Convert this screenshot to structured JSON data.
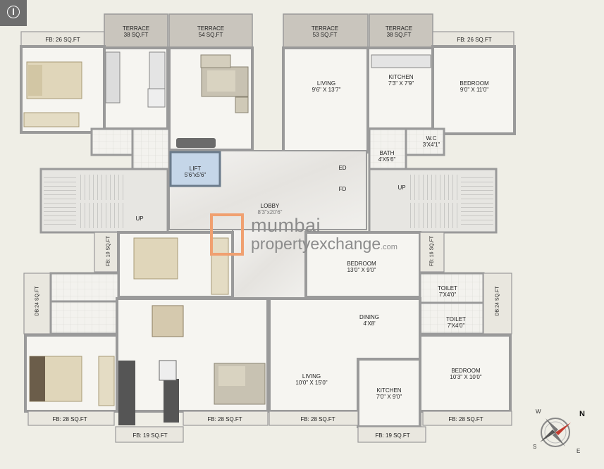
{
  "plan": {
    "rooms": {
      "terrace_1": {
        "name": "TERRACE",
        "size": "38 SQ.FT"
      },
      "terrace_2": {
        "name": "TERRACE",
        "size": "54 SQ.FT"
      },
      "terrace_3": {
        "name": "TERRACE",
        "size": "53 SQ.FT"
      },
      "terrace_4": {
        "name": "TERRACE",
        "size": "38 SQ.FT"
      },
      "fb_tl": "FB: 26 SQ.FT",
      "fb_tr": "FB: 26 SQ.FT",
      "living_tr": {
        "name": "LIVING",
        "size": "9'6\" X 13'7\""
      },
      "kitchen_tr": {
        "name": "KITCHEN",
        "size": "7'3\" X 7'9\""
      },
      "bedroom_tr": {
        "name": "BEDROOM",
        "size": "9'0\" X 11'0\""
      },
      "wc": {
        "name": "W.C",
        "size": "3'X4'1\""
      },
      "bath": {
        "name": "BATH",
        "size": "4'X5'6\""
      },
      "lift": {
        "name": "LIFT",
        "size": "5'6\"x5'6\""
      },
      "ed": "ED",
      "fd": "FD",
      "up_left": "UP",
      "up_right": "UP",
      "lobby": {
        "name": "LOBBY",
        "size": "8'3\"x20'6\""
      },
      "fb_10": "FB: 10 SQ.FT",
      "fb_16": "FB: 16 SQ.FT",
      "bedroom_mid": {
        "name": "BEDROOM",
        "size": "13'0\" X 9'0\""
      },
      "db_left": "DB:24 SQ.FT",
      "db_right": "DB:24 SQ.FT",
      "toilet_1": {
        "name": "TOILET",
        "size": "7'X4'0\""
      },
      "toilet_2": {
        "name": "TOILET",
        "size": "7'X4'0\""
      },
      "dining": {
        "name": "DINING",
        "size": "4'X8'"
      },
      "living_br": {
        "name": "LIVING",
        "size": "10'0\" X 15'0\""
      },
      "kitchen_br": {
        "name": "KITCHEN",
        "size": "7'0\" X 9'0\""
      },
      "bedroom_br": {
        "name": "BEDROOM",
        "size": "10'3\" X 10'0\""
      },
      "fb_bl": "FB: 28 SQ.FT",
      "fb_bl2": "FB: 28 SQ.FT",
      "fb_bm": "FB: 28 SQ.FT",
      "fb_br": "FB: 28 SQ.FT",
      "fb_19_left": "FB: 19 SQ.FT",
      "fb_19_right": "FB: 19 SQ.FT"
    }
  },
  "watermark": {
    "line1": "mumbai",
    "line2": "propertyexchange",
    "suffix": ".com"
  },
  "compass": {
    "n": "N",
    "w": "W",
    "s": "S",
    "e": "E"
  },
  "colors": {
    "wall": "#9a9a9a",
    "floor": "#f6f5f1",
    "terrace": "#c9c5bd",
    "lobby": "#eceae6",
    "lift": "#c5d6e8",
    "balcony": "#e9e7df",
    "accent": "#f0a070"
  },
  "icons": {
    "info": "info-icon",
    "compass": "compass-icon"
  }
}
